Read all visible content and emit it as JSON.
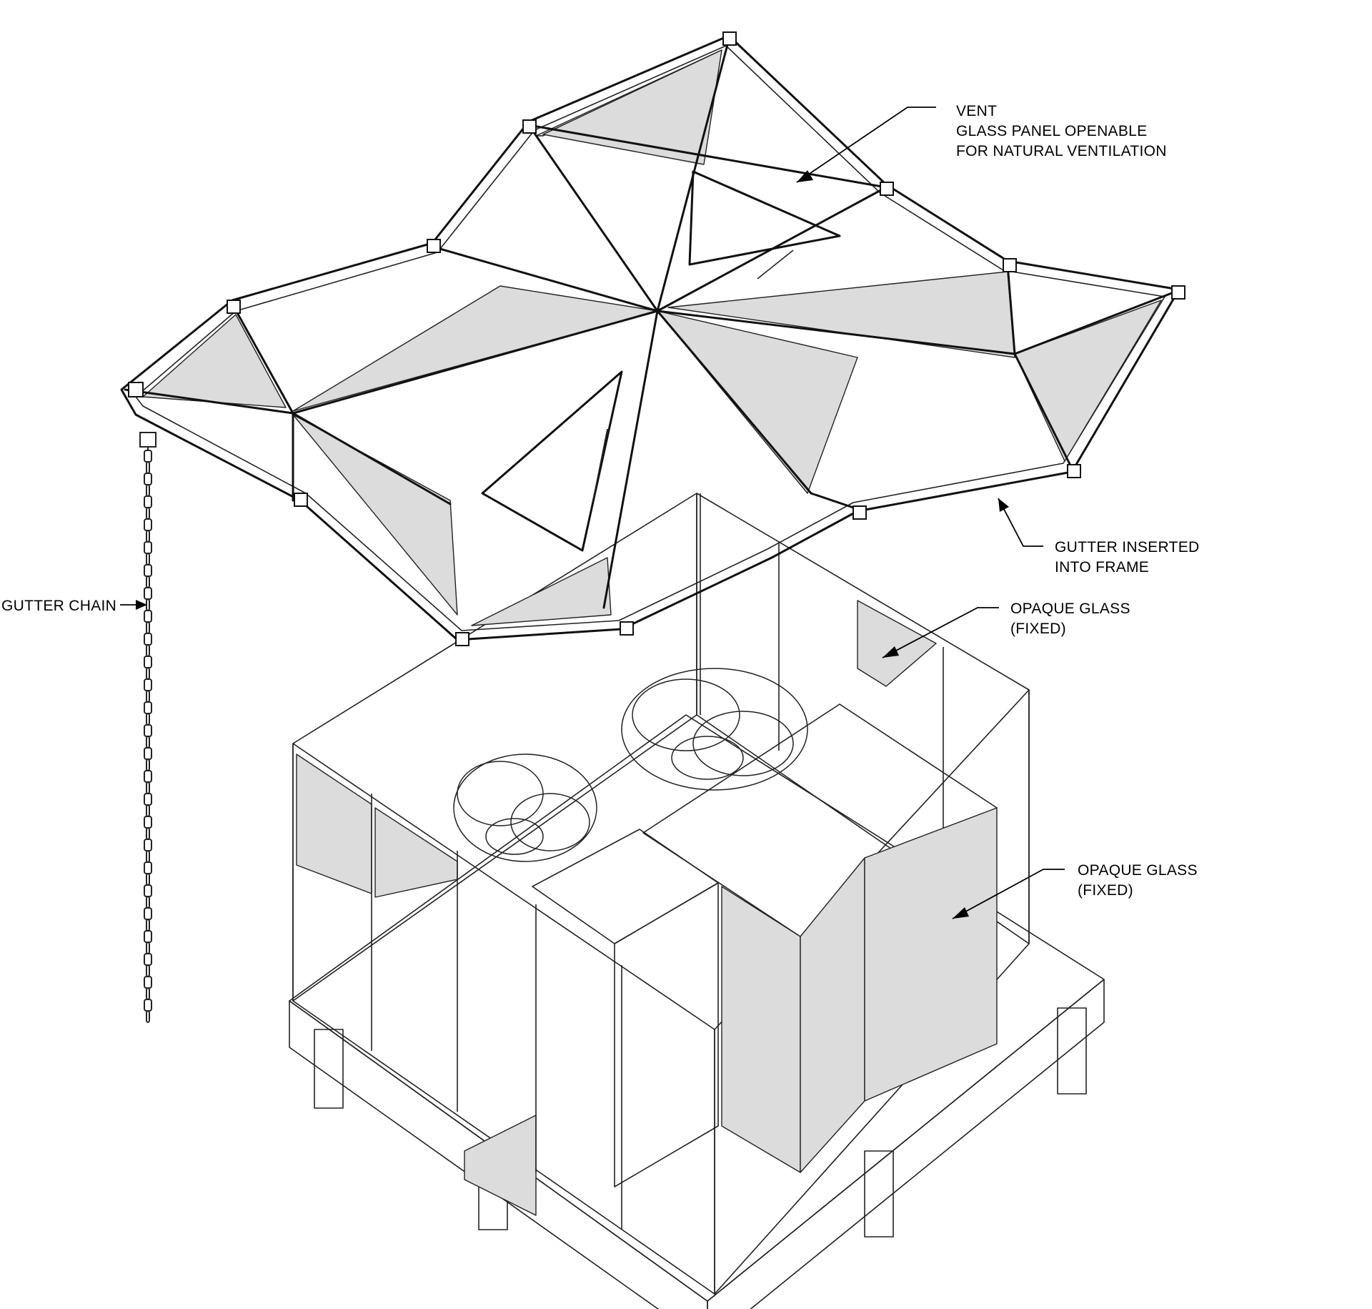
{
  "colors": {
    "line": "#111111",
    "glass_fill": "#dcdcdc",
    "background": "#ffffff"
  },
  "annotations": {
    "vent": {
      "title": "VENT",
      "line1": "GLASS PANEL OPENABLE",
      "line2": "FOR NATURAL VENTILATION"
    },
    "gutter": {
      "line1": "GUTTER INSERTED",
      "line2": "INTO FRAME"
    },
    "gutter_chain": {
      "text": "GUTTER CHAIN"
    },
    "opaque_upper": {
      "line1": "OPAQUE GLASS",
      "line2": "(FIXED)"
    },
    "opaque_lower": {
      "line1": "OPAQUE GLASS",
      "line2": "(FIXED)"
    }
  },
  "icons": {
    "chain": "gutter-chain-icon",
    "plant": "shrub-icon"
  }
}
